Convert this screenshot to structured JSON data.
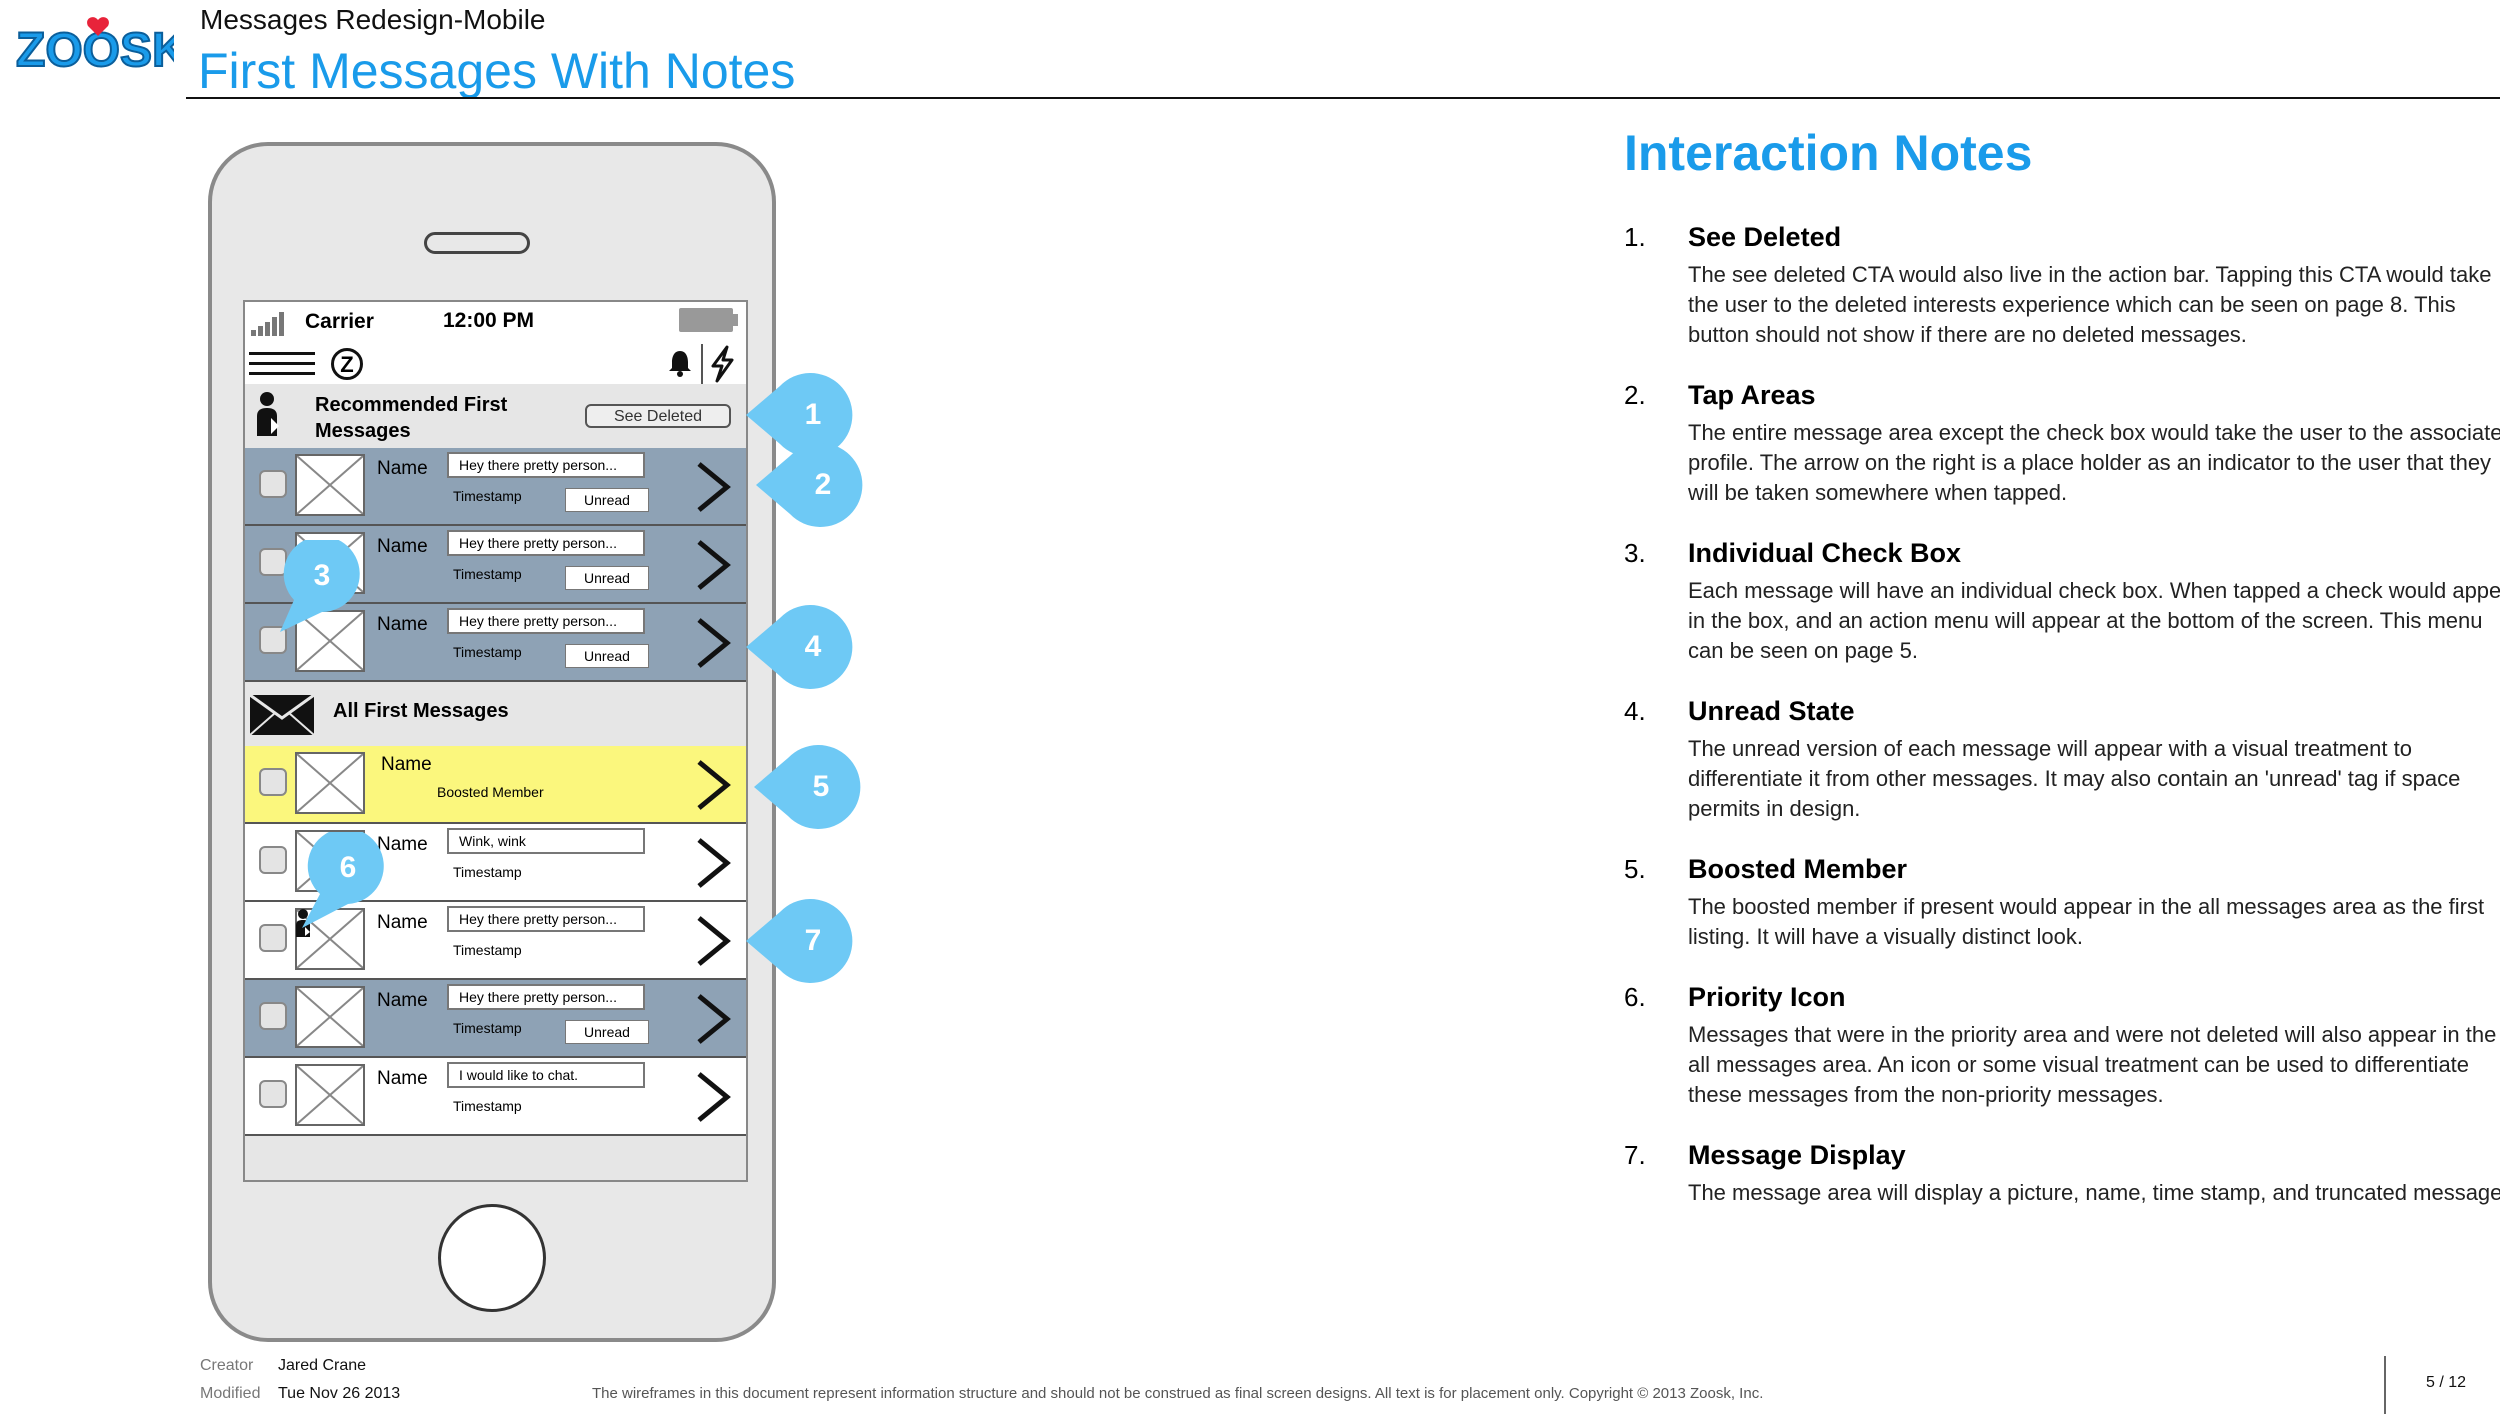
{
  "header": {
    "project": "Messages Redesign-Mobile",
    "title": "First Messages With Notes",
    "logo_text": "ZOOSK"
  },
  "phone": {
    "status": {
      "carrier": "Carrier",
      "time": "12:00 PM"
    },
    "action_bar": {
      "z_label": "Z"
    },
    "recommended_section": {
      "title": "Recommended First Messages",
      "see_deleted": "See Deleted"
    },
    "all_section": {
      "title": "All First Messages"
    },
    "recommended_rows": [
      {
        "name": "Name",
        "preview": "Hey there pretty person...",
        "timestamp": "Timestamp",
        "tag": "Unread"
      },
      {
        "name": "Name",
        "preview": "Hey there pretty person...",
        "timestamp": "Timestamp",
        "tag": "Unread"
      },
      {
        "name": "Name",
        "preview": "Hey there pretty person...",
        "timestamp": "Timestamp",
        "tag": "Unread"
      }
    ],
    "all_rows": [
      {
        "name": "Name",
        "subtitle": "Boosted Member"
      },
      {
        "name": "Name",
        "preview": "Wink, wink",
        "timestamp": "Timestamp"
      },
      {
        "name": "Name",
        "preview": "Hey there pretty person...",
        "timestamp": "Timestamp"
      },
      {
        "name": "Name",
        "preview": "Hey there pretty person...",
        "timestamp": "Timestamp",
        "tag": "Unread"
      },
      {
        "name": "Name",
        "preview": "I would like to chat.",
        "timestamp": "Timestamp"
      }
    ]
  },
  "callouts": [
    "1",
    "2",
    "3",
    "4",
    "5",
    "6",
    "7"
  ],
  "callout_color": "#6ec9f5",
  "notes": {
    "title": "Interaction Notes",
    "items": [
      {
        "num": "1.",
        "title": "See Deleted",
        "body": "The see deleted CTA would also live in the action bar.  Tapping this CTA would take the user to the deleted interests experience which can be seen on page 8.  This button should not show if there are no deleted messages."
      },
      {
        "num": "2.",
        "title": "Tap Areas",
        "body": "The entire message area except the check box would take the user to the associated profile.  The arrow on the right is a place holder as an indicator to the user that they will be taken somewhere when tapped."
      },
      {
        "num": "3.",
        "title": "Individual Check Box",
        "body": "Each message will have an individual check box.  When tapped a check would appear in the box, and an action menu will appear at the bottom of the screen.  This menu can be seen on page 5."
      },
      {
        "num": "4.",
        "title": "Unread State",
        "body": "The unread version of each message will appear with a visual treatment to differentiate it from other messages.  It may also contain an 'unread' tag if space permits in design."
      },
      {
        "num": "5.",
        "title": "Boosted Member",
        "body": "The boosted member if present would appear in the all messages area as the first listing.  It will have a visually distinct look."
      },
      {
        "num": "6.",
        "title": "Priority Icon",
        "body": "Messages that were in the priority area and were not deleted will also appear in the all messages area.  An icon or some visual treatment can be used to differentiate these messages from the non-priority messages."
      },
      {
        "num": "7.",
        "title": "Message Display",
        "body": "The message area will display a picture, name, time stamp, and truncated message."
      }
    ]
  },
  "footer": {
    "creator_label": "Creator",
    "creator": "Jared Crane",
    "modified_label": "Modified",
    "modified": "Tue Nov 26 2013",
    "disclaimer": "The wireframes in this document represent information structure and should not be construed as final screen designs.  All text is for placement only. Copyright © 2013 Zoosk, Inc.",
    "page": "5 / 12"
  }
}
